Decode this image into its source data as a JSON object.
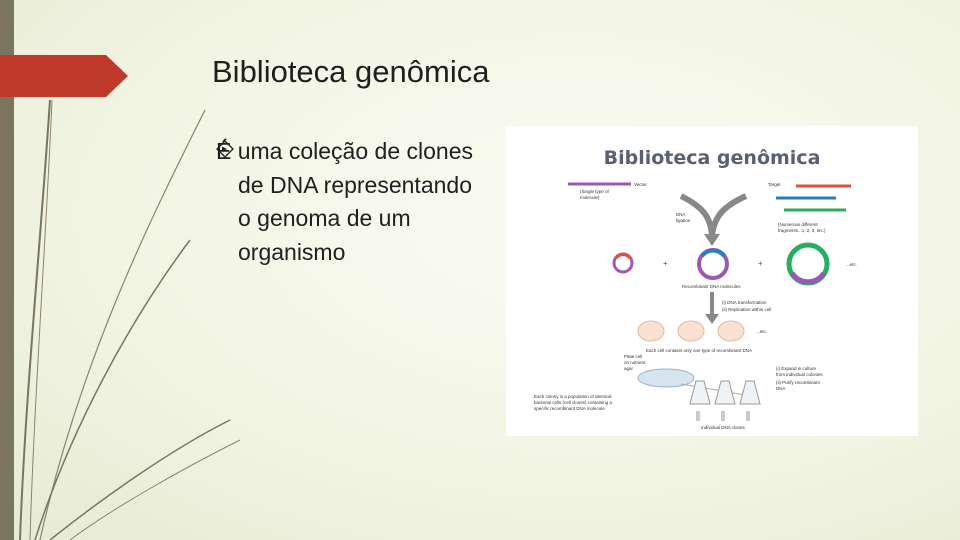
{
  "slide": {
    "title": "Biblioteca genômica",
    "bullet_text": "É uma coleção de clones de DNA representando o genoma de um organismo"
  },
  "figure": {
    "title": "Biblioteca genômica",
    "labels": {
      "vector": "Vector",
      "single_type": "(Single type of",
      "single_type2": "molecule)",
      "target": "Target",
      "fragments": "(Numerous different",
      "fragments2": "fragments...1, 2, 3, etc.)",
      "ligation": "DNA",
      "ligation2": "ligation",
      "recombinant": "Recombinant DNA molecules",
      "transformation": "(i) DNA transformation",
      "replication": "(ii) Replication within cell",
      "etc1": "...etc.",
      "etc2": "...etc.",
      "each_cell": "Each cell contains only one type of recombinant DNA",
      "plate": "Plate cell",
      "plate2": "on nutrient",
      "plate3": "agar",
      "expand": "(i) Expand in culture",
      "expand2": "from individual colonies",
      "purify": "(ii) Purify recombinant",
      "purify2": "DNA",
      "colony": "Each colony is a population of identical",
      "colony2": "bacterial cells (cell clones) containing a",
      "colony3": "specific recombinant DNA molecule",
      "clones": "Individual DNA clones"
    }
  },
  "colors": {
    "accent_red": "#c0392b",
    "left_bar": "#7b7560",
    "figure_title": "#5a5f73"
  }
}
